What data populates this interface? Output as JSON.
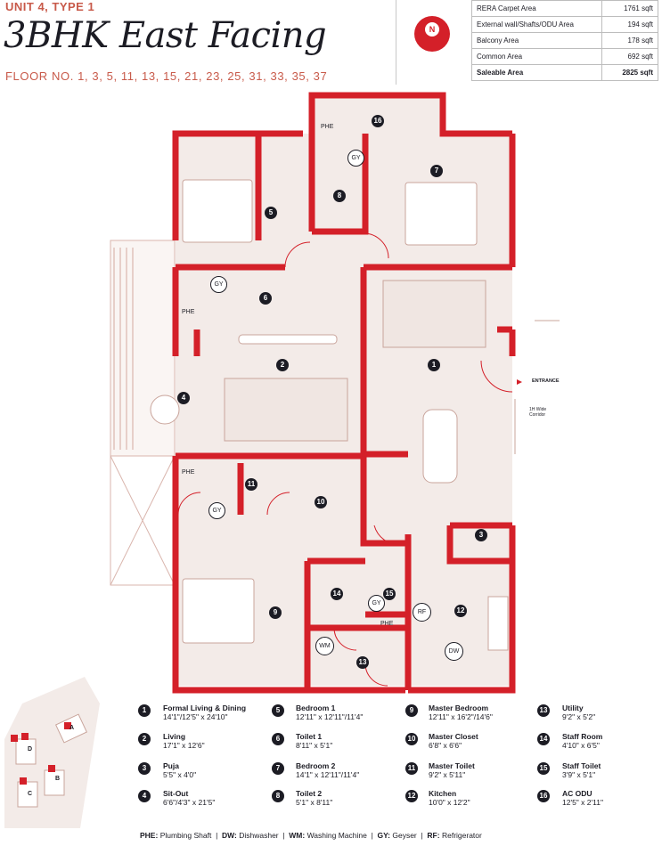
{
  "header": {
    "unit_label": "UNIT 4, TYPE 1",
    "title": "3BHK East Facing",
    "floors": "FLOOR NO. 1, 3, 5, 11, 13, 15, 21, 23, 25, 31, 33, 35, 37"
  },
  "compass": {
    "label": "N"
  },
  "area_table": [
    {
      "label": "RERA Carpet Area",
      "value": "1761 sqft"
    },
    {
      "label": "External wall/Shafts/ODU Area",
      "value": "194 sqft"
    },
    {
      "label": "Balcony Area",
      "value": "178 sqft"
    },
    {
      "label": "Common Area",
      "value": "692 sqft"
    },
    {
      "label": "Saleable Area",
      "value": "2825 sqft"
    }
  ],
  "plan_labels": {
    "entrance": "ENTRANCE",
    "corridor": "1H Wide Corridor",
    "phe": "PHE",
    "gy": "GY",
    "rf": "RF",
    "wm": "WM",
    "dw": "DW",
    "key_a": "A",
    "key_b": "B",
    "key_c": "C",
    "key_d": "D"
  },
  "rooms": [
    {
      "num": "1",
      "name": "Formal Living & Dining",
      "dim": "14'1\"/12'5\" x 24'10\""
    },
    {
      "num": "2",
      "name": "Living",
      "dim": "17'1\" x 12'6\""
    },
    {
      "num": "3",
      "name": "Puja",
      "dim": "5'5\" x 4'0\""
    },
    {
      "num": "4",
      "name": "Sit-Out",
      "dim": "6'6\"/4'3\" x 21'5\""
    },
    {
      "num": "5",
      "name": "Bedroom 1",
      "dim": "12'11\" x 12'11\"/11'4\""
    },
    {
      "num": "6",
      "name": "Toilet 1",
      "dim": "8'11\" x 5'1\""
    },
    {
      "num": "7",
      "name": "Bedroom 2",
      "dim": "14'1\" x 12'11\"/11'4\""
    },
    {
      "num": "8",
      "name": "Toilet 2",
      "dim": "5'1\" x 8'11\""
    },
    {
      "num": "9",
      "name": "Master Bedroom",
      "dim": "12'11\" x 16'2\"/14'6\""
    },
    {
      "num": "10",
      "name": "Master Closet",
      "dim": "6'8\" x 6'6\""
    },
    {
      "num": "11",
      "name": "Master Toilet",
      "dim": "9'2\" x 5'11\""
    },
    {
      "num": "12",
      "name": "Kitchen",
      "dim": "10'0\" x 12'2\""
    },
    {
      "num": "13",
      "name": "Utility",
      "dim": "9'2\" x 5'2\""
    },
    {
      "num": "14",
      "name": "Staff Room",
      "dim": "4'10\" x 6'5\""
    },
    {
      "num": "15",
      "name": "Staff Toilet",
      "dim": "3'9\" x 5'1\""
    },
    {
      "num": "16",
      "name": "AC ODU",
      "dim": "12'5\" x 2'11\""
    }
  ],
  "abbreviations": [
    {
      "key": "PHE",
      "text": "Plumbing Shaft"
    },
    {
      "key": "DW",
      "text": "Dishwasher"
    },
    {
      "key": "WM",
      "text": "Washing Machine"
    },
    {
      "key": "GY",
      "text": "Geyser"
    },
    {
      "key": "RF",
      "text": "Refrigerator"
    }
  ],
  "colors": {
    "wall": "#d42029",
    "floor": "#f3ebe8",
    "text": "#1c1c24",
    "accent": "#c85a4a",
    "badge": "#1c1c24"
  }
}
